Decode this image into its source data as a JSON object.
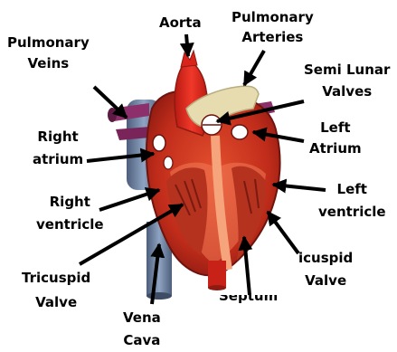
{
  "labels": {
    "aorta": "Aorta",
    "pulmonary_arteries": [
      "Pulmonary",
      "Arteries"
    ],
    "pulmonary_veins": [
      "Pulmonary",
      "Veins"
    ],
    "semi_lunar_valves": [
      "Semi Lunar",
      "Valves"
    ],
    "right_atrium": [
      "Right",
      "atrium"
    ],
    "left_atrium": [
      "Left",
      "Atrium"
    ],
    "right_ventricle": [
      "Right",
      "ventricle"
    ],
    "left_ventricle": [
      "Left",
      "ventricle"
    ],
    "bicuspid_valve": [
      "icuspid",
      "Valve"
    ],
    "tricuspid_valve": [
      "Tricuspid",
      "Valve"
    ],
    "vena_cava": [
      "Vena",
      "Cava"
    ],
    "septum": "Septum"
  },
  "colors": {
    "heart_dark": "#8e1a12",
    "heart_mid": "#d23a22",
    "heart_light": "#f07a55",
    "aorta": "#e0281c",
    "vena_cava": "#6d7f9d",
    "vena_cava_light": "#8ea4c2",
    "pulmonary_artery": "#e6dcb0",
    "pulmonary_vein": "#8d2f6a",
    "arrow": "#000000"
  }
}
